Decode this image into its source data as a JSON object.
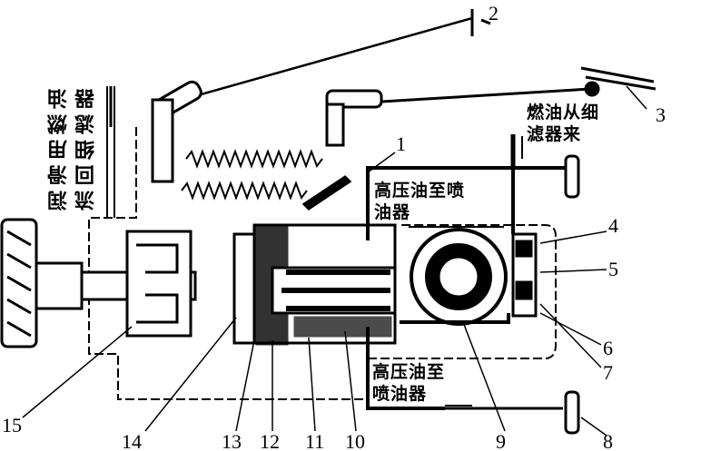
{
  "diagram": {
    "callouts": [
      "1",
      "2",
      "3",
      "4",
      "5",
      "6",
      "7",
      "8",
      "9",
      "10",
      "11",
      "12",
      "13",
      "14",
      "15"
    ],
    "labels": {
      "fuel_from_filter_line1": "燃油从细",
      "fuel_from_filter_line2": "滤器来",
      "hp_oil_top_line1": "高压油至喷",
      "hp_oil_top_line2": "油器",
      "hp_oil_bottom_line1": "高压油至",
      "hp_oil_bottom_line2": "喷油器",
      "lube_return_col1": "润滑用燃油",
      "lube_return_col2": "流回细滤器"
    }
  }
}
